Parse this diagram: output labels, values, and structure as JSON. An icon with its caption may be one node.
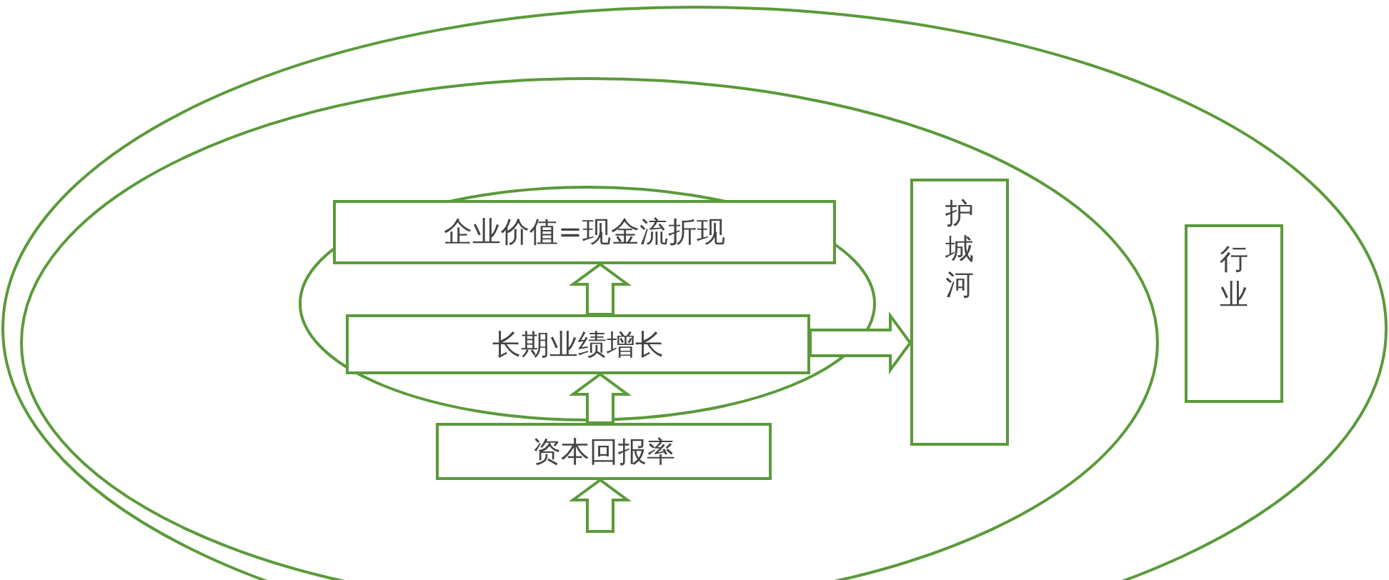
{
  "diagram": {
    "nodes": [
      {
        "text": [],
        "shape": "ellipse"
      },
      {
        "text": [],
        "shape": "ellipse",
        "in": 0
      },
      {
        "text": [],
        "shape": "ellipse",
        "in": 1
      },
      {
        "text": [
          "企业价值=现金流折现"
        ],
        "in": 2
      },
      {
        "text": [
          "长期业绩增长"
        ],
        "in": 2
      },
      {
        "text": [
          "资本回报率"
        ],
        "in": 1
      },
      {
        "text": [
          "护城河"
        ],
        "in": 1
      },
      {
        "text": [
          "行业"
        ],
        "in": 0
      }
    ],
    "edges": [
      {
        "from": null,
        "to": 5,
        "arrow": "to"
      },
      {
        "from": 5,
        "to": 4,
        "arrow": "to"
      },
      {
        "from": 4,
        "to": 3,
        "arrow": "to"
      },
      {
        "from": 4,
        "to": 6,
        "arrow": "to"
      }
    ]
  }
}
